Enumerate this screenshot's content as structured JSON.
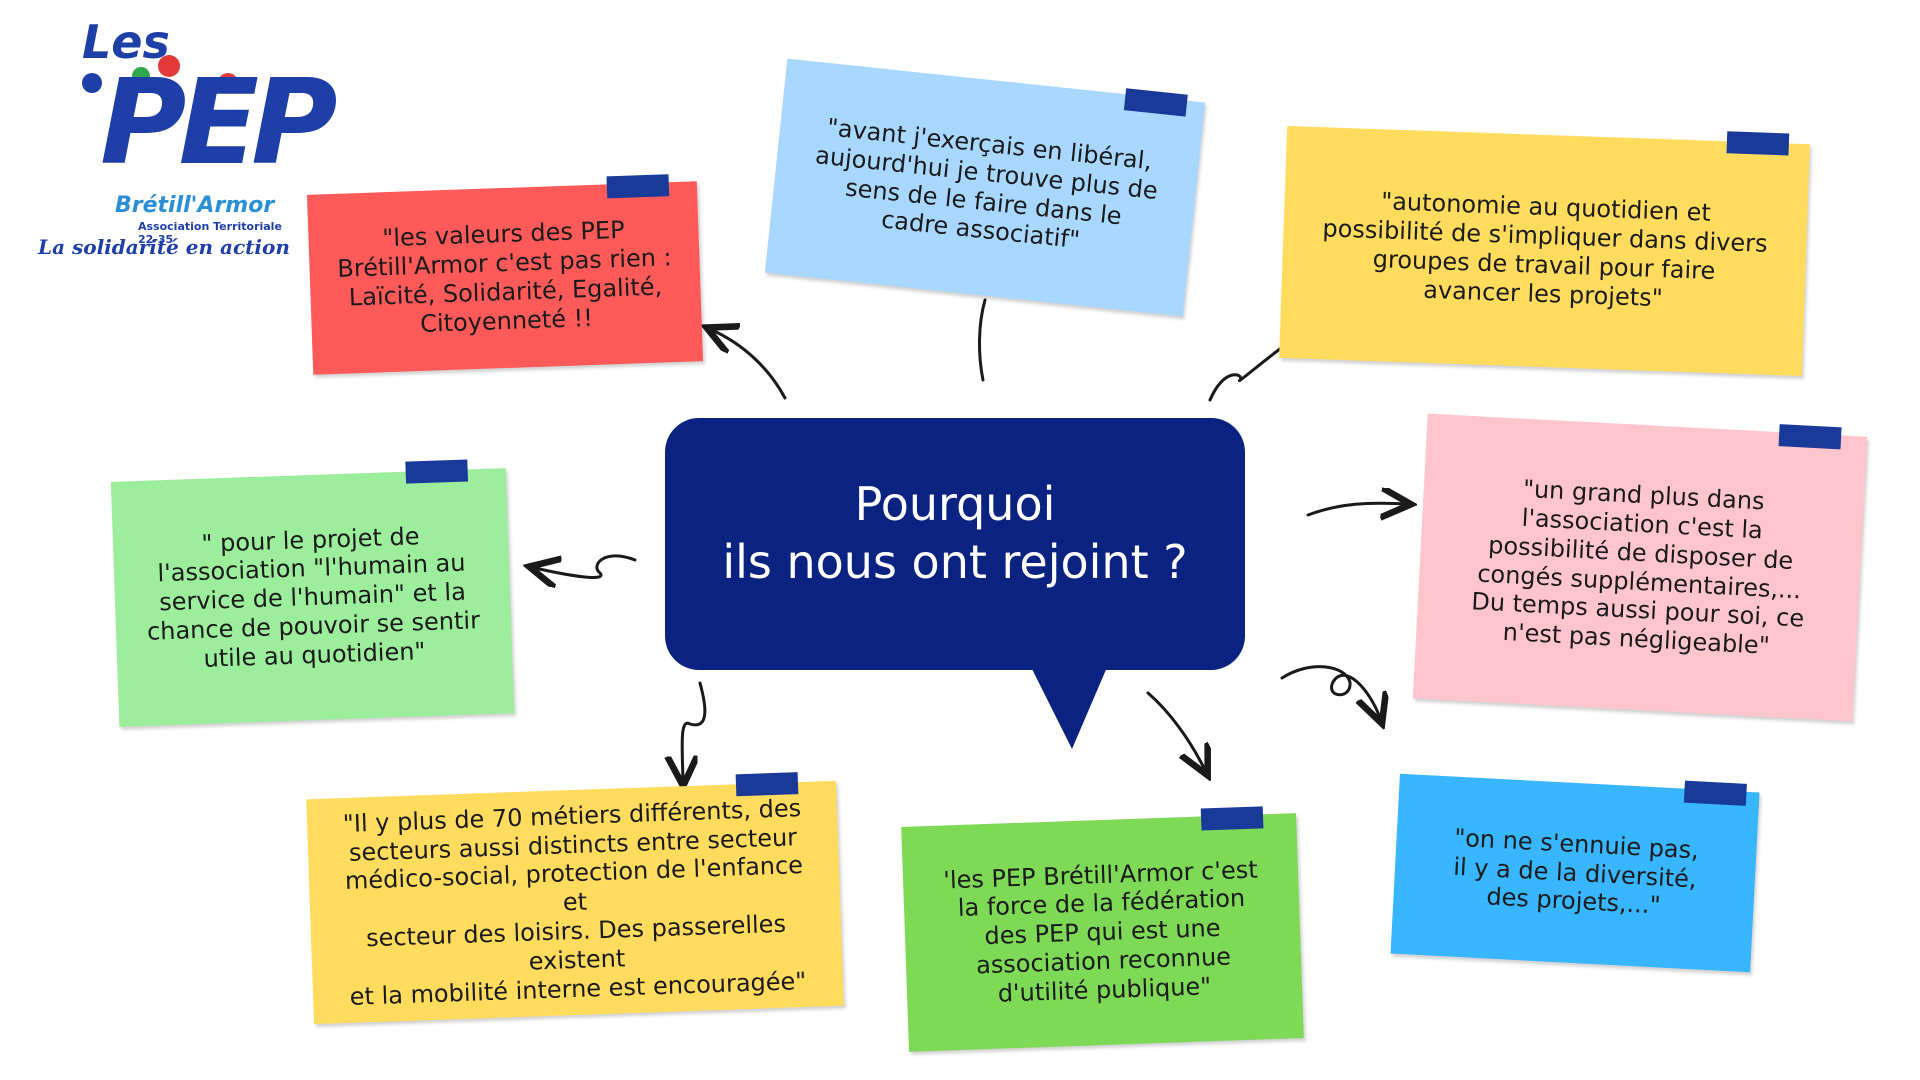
{
  "logo": {
    "les": "Les",
    "pep": "PEP",
    "brand": "Brétill'Armor",
    "sub": "Association Territoriale 22-35",
    "tagline": "La solidarité en action"
  },
  "center": {
    "title": "Pourquoi\n ils nous ont rejoint ?",
    "color": "#0a2280"
  },
  "notes": [
    {
      "id": "valeurs",
      "text": "\"les valeurs des PEP\nBrétill'Armor c'est pas rien :\nLaïcité, Solidarité, Egalité,\nCitoyenneté !!",
      "color": "#ff5a5a"
    },
    {
      "id": "liberal",
      "text": "\"avant j'exerçais en libéral,\naujourd'hui je trouve plus de\nsens de le faire dans le\ncadre associatif\"",
      "color": "#a8d8ff"
    },
    {
      "id": "autonomie",
      "text": "\"autonomie au quotidien et\npossibilité de s'impliquer dans divers\ngroupes de travail pour faire\navancer les projets\"",
      "color": "#ffdc5e"
    },
    {
      "id": "humain",
      "text": "\" pour le projet de\nl'association \"l'humain au\nservice de l'humain\" et la\nchance de pouvoir se sentir\nutile au quotidien\"",
      "color": "#9cee9c"
    },
    {
      "id": "conges",
      "text": "\"un grand plus dans\nl'association c'est la\npossibilité de disposer de\ncongés supplémentaires,...\nDu temps aussi pour soi, ce\nn'est pas négligeable\"",
      "color": "#ffc5cc"
    },
    {
      "id": "metiers",
      "text": "\"Il y plus de 70 métiers différents, des\nsecteurs aussi distincts entre secteur\nmédico-social, protection de l'enfance et\nsecteur des loisirs. Des passerelles existent\net la mobilité interne est encouragée\"",
      "color": "#ffdc5e"
    },
    {
      "id": "federation",
      "text": "'les PEP Brétill'Armor c'est\nla force de la fédération\ndes PEP qui est une\nassociation reconnue\nd'utilité publique\"",
      "color": "#7ed957"
    },
    {
      "id": "diversite",
      "text": "\"on ne s'ennuie pas,\nil y a de la diversité,\ndes projets,...\"",
      "color": "#38b6ff"
    }
  ]
}
